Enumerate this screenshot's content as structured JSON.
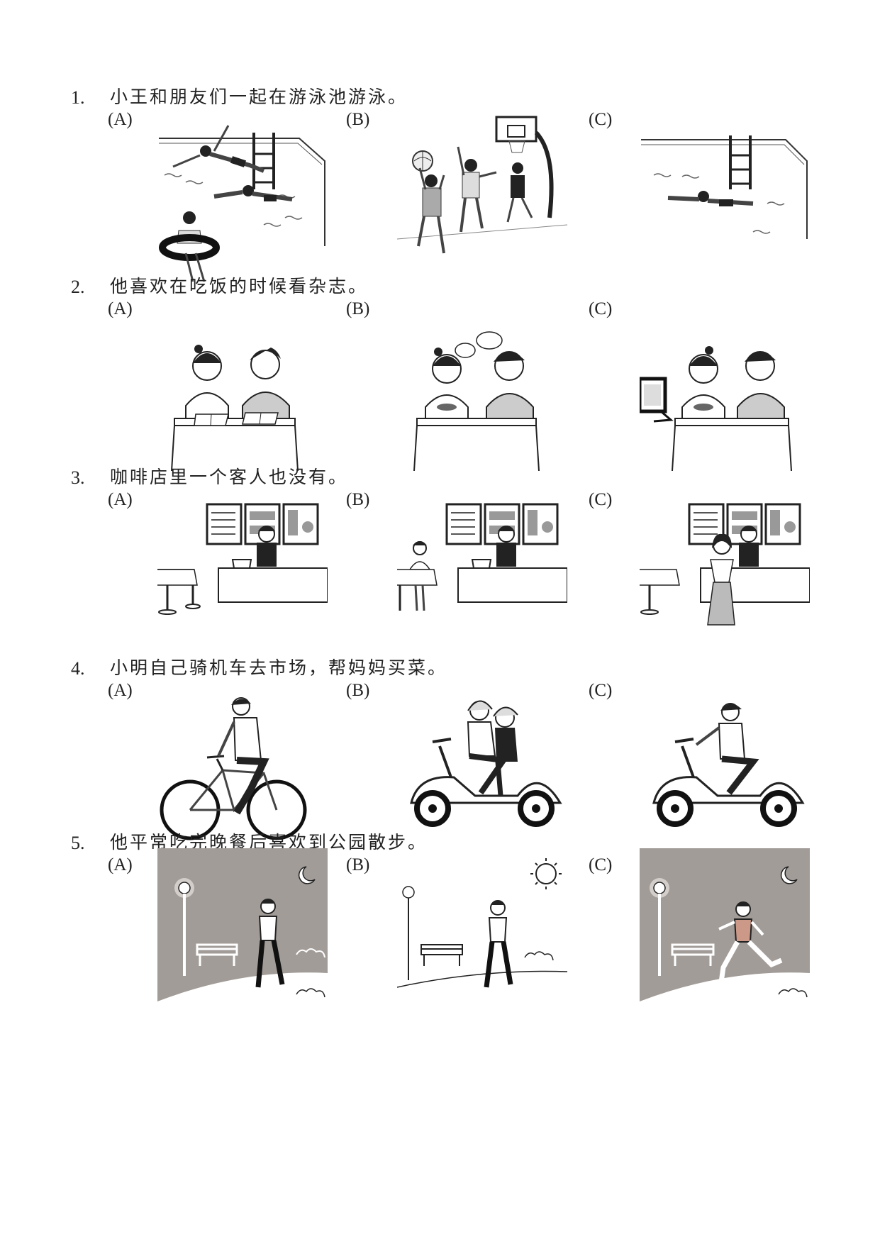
{
  "questions": [
    {
      "number": "1.",
      "text": "小王和朋友们一起在游泳池游泳。",
      "options": [
        "(A)",
        "(B)",
        "(C)"
      ]
    },
    {
      "number": "2.",
      "text": "他喜欢在吃饭的时候看杂志。",
      "options": [
        "(A)",
        "(B)",
        "(C)"
      ]
    },
    {
      "number": "3.",
      "text": "咖啡店里一个客人也没有。",
      "options": [
        "(A)",
        "(B)",
        "(C)"
      ]
    },
    {
      "number": "4.",
      "text": "小明自己骑机车去市场，帮妈妈买菜。",
      "options": [
        "(A)",
        "(B)",
        "(C)"
      ]
    },
    {
      "number": "5.",
      "text": "他平常吃完晚餐后喜欢到公园散步。",
      "options": [
        "(A)",
        "(B)",
        "(C)"
      ]
    }
  ]
}
